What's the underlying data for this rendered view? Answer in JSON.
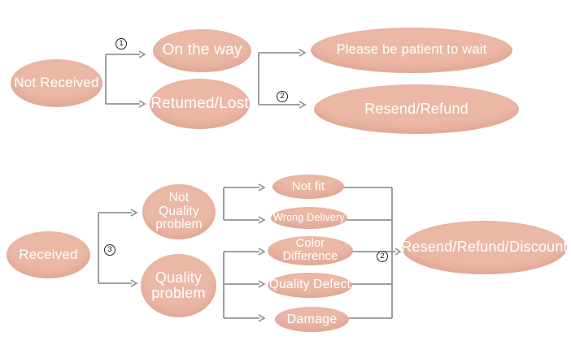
{
  "colors": {
    "background": "#ffffff",
    "node_fill": "#ebb8a6",
    "node_text": "#ffffff",
    "line": "#949494",
    "badge_border": "#222222"
  },
  "labels": {
    "step1": "1",
    "step2_top": "2",
    "step3": "3",
    "step2_bottom": "2"
  },
  "nodes": {
    "not_received": "Not Received",
    "on_the_way": "On the way",
    "returned_lost": "Retumed/Lost",
    "please_wait": "Please be patient to wait",
    "resend_refund": "Resend/Refund",
    "received": "Received",
    "not_quality_problem": "Not Quality problem",
    "quality_problem": "Quality problem",
    "not_fit": "Not fit",
    "wrong_delivery": "Wrong Delivery",
    "color_difference": "Color Difference",
    "quality_defect": "Quality Defect",
    "damage": "Damage",
    "resend_refund_discount": "Resend/Refund/Discount"
  },
  "connections": [
    {
      "step": "1",
      "from": "Not Received",
      "to": [
        "On the way",
        "Retumed/Lost"
      ]
    },
    {
      "step": "2",
      "from": "On the way / Retumed/Lost",
      "to": [
        "Please be patient to wait",
        "Resend/Refund"
      ]
    },
    {
      "step": "3",
      "from": "Received",
      "to": [
        "Not Quality problem",
        "Quality problem"
      ]
    },
    {
      "from": "Not Quality problem",
      "to": [
        "Not fit",
        "Wrong Delivery"
      ]
    },
    {
      "from": "Quality problem",
      "to": [
        "Color Difference",
        "Quality Defect",
        "Damage"
      ]
    },
    {
      "step": "2",
      "from": "Not fit / Wrong Delivery / Color Difference / Quality Defect / Damage",
      "to": [
        "Resend/Refund/Discount"
      ]
    }
  ]
}
